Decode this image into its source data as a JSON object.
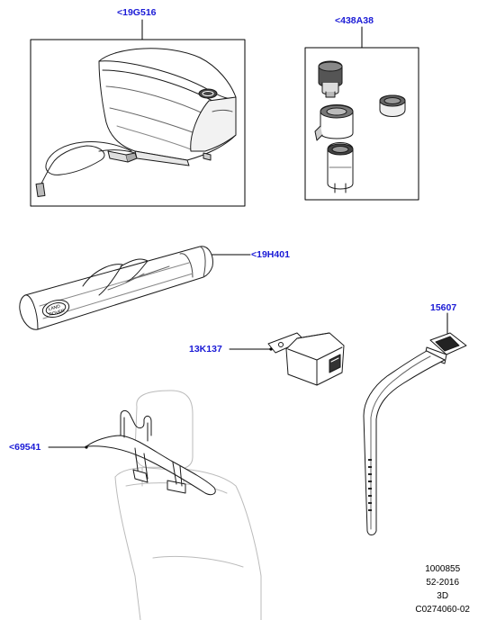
{
  "callouts": {
    "cool_box": "<19G516",
    "lighter": "<438A38",
    "bag": "<19H401",
    "adapter": "13K137",
    "strap": "15607",
    "hanger": "<69541"
  },
  "footer": {
    "line1": "1000855",
    "line2": "52-2016",
    "line3": "3D",
    "line4": "C0274060-02"
  },
  "colors": {
    "callout_text": "#1a1ad6",
    "line": "#1a1a1a",
    "leader": "#000000"
  }
}
